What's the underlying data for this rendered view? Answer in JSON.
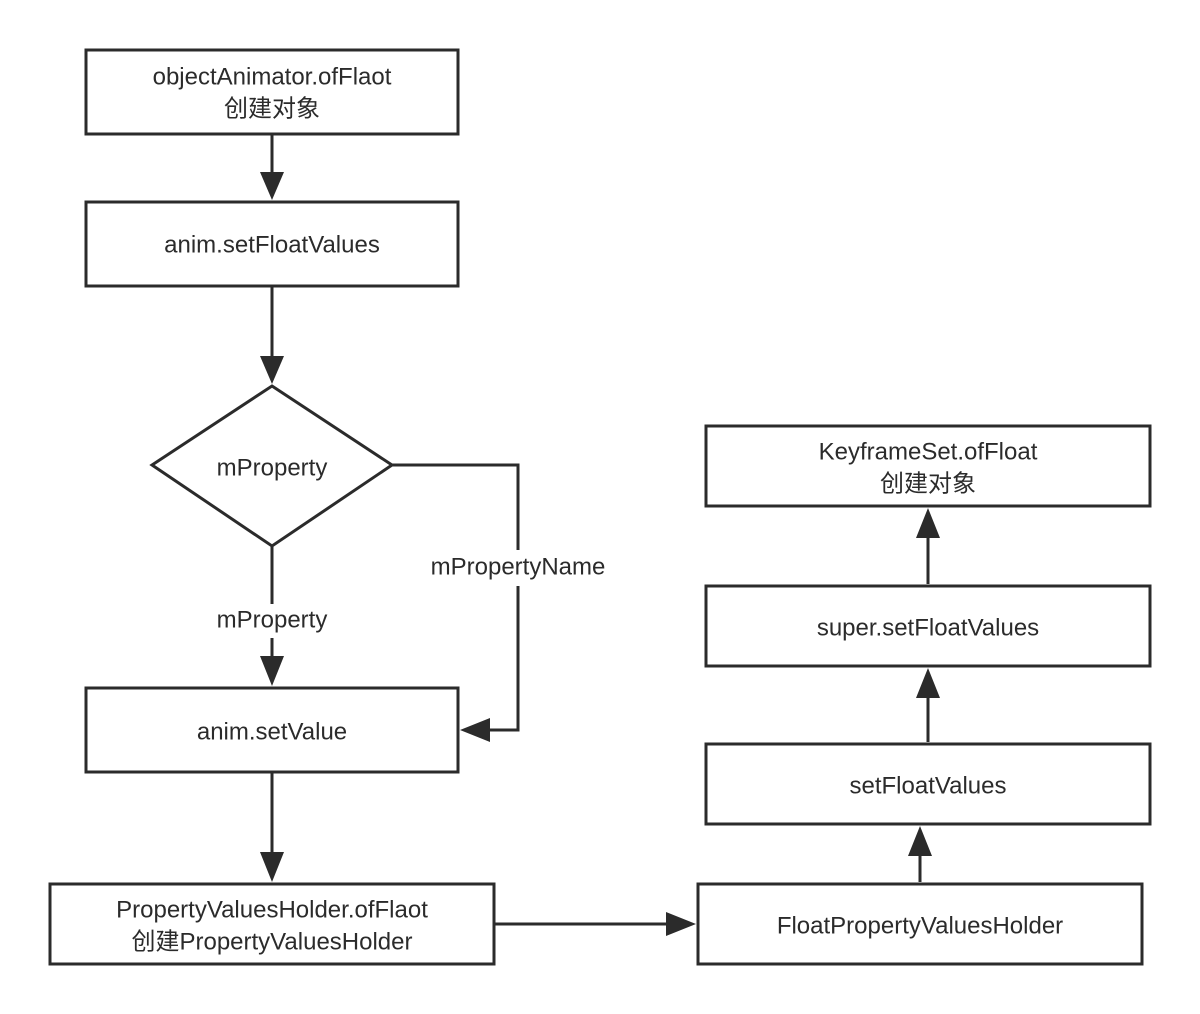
{
  "nodes": {
    "create_animator": {
      "line1": "objectAnimator.ofFlaot",
      "line2": "创建对象"
    },
    "set_float_values": {
      "label": "anim.setFloatValues"
    },
    "decision": {
      "label": "mProperty"
    },
    "set_value": {
      "label": "anim.setValue"
    },
    "pvh_of_float": {
      "line1": "PropertyValuesHolder.ofFlaot",
      "line2": "创建PropertyValuesHolder"
    },
    "float_pvh": {
      "label": "FloatPropertyValuesHolder"
    },
    "pvh_set_float_values": {
      "label": "setFloatValues"
    },
    "super_set_float_values": {
      "label": "super.setFloatValues"
    },
    "keyframeset_of_float": {
      "line1": "KeyframeSet.ofFloat",
      "line2": "创建对象"
    }
  },
  "edges": {
    "branch_property": {
      "label": "mProperty"
    },
    "branch_property_name": {
      "label": "mPropertyName"
    }
  }
}
